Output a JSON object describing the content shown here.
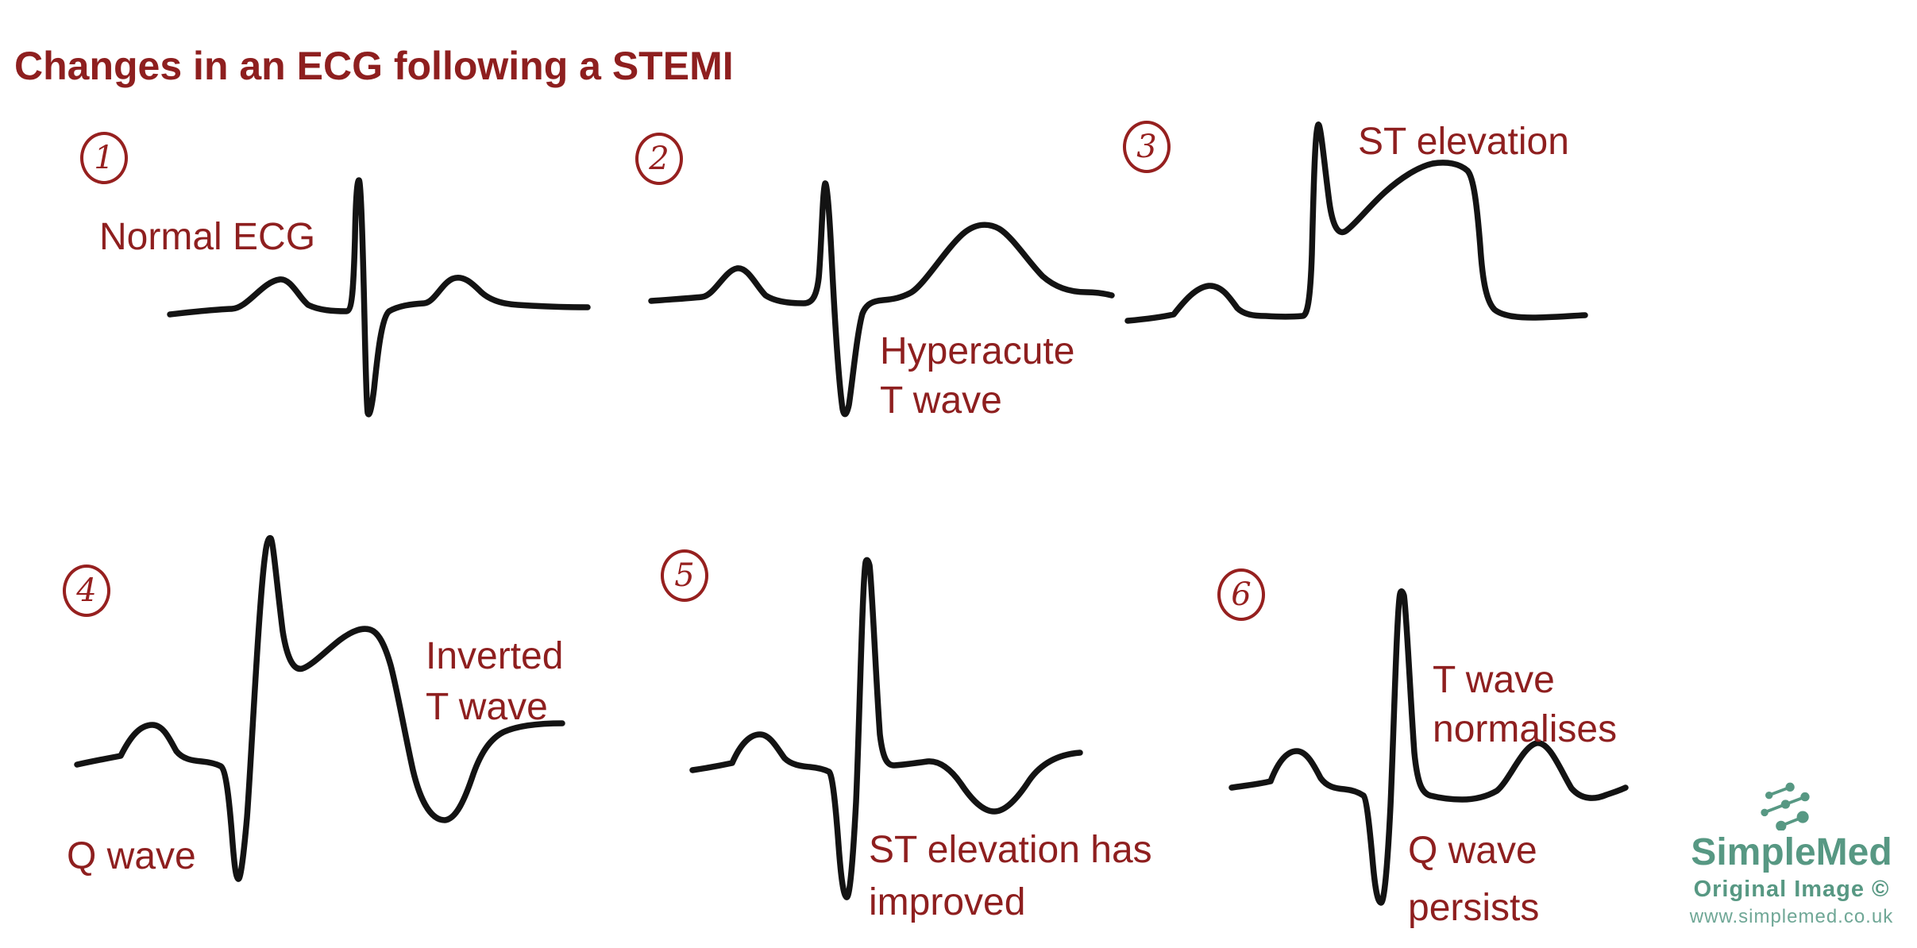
{
  "title": "Changes in an ECG following a STEMI",
  "colors": {
    "accent_red": "#8e1f1f",
    "trace_black": "#131313",
    "logo_green": "#579883",
    "logo_green_light": "#6fa796"
  },
  "panels": [
    {
      "number": "1",
      "labels": {
        "main": [
          "Normal ECG"
        ]
      }
    },
    {
      "number": "2",
      "labels": {
        "main": [
          "Hyperacute",
          "T wave"
        ]
      }
    },
    {
      "number": "3",
      "labels": {
        "main": [
          "ST elevation"
        ]
      }
    },
    {
      "number": "4",
      "labels": {
        "main": [
          "Inverted",
          "T wave"
        ],
        "secondary": [
          "Q wave"
        ]
      }
    },
    {
      "number": "5",
      "labels": {
        "main": [
          "ST elevation has",
          "improved"
        ]
      }
    },
    {
      "number": "6",
      "labels": {
        "main": [
          "T wave",
          "normalises"
        ],
        "secondary": [
          "Q wave",
          "persists"
        ]
      }
    }
  ],
  "logo": {
    "icon": "molecule-dots-icon",
    "brand": "SimpleMed",
    "tagline": "Original Image ©",
    "url": "www.simplemed.co.uk"
  }
}
